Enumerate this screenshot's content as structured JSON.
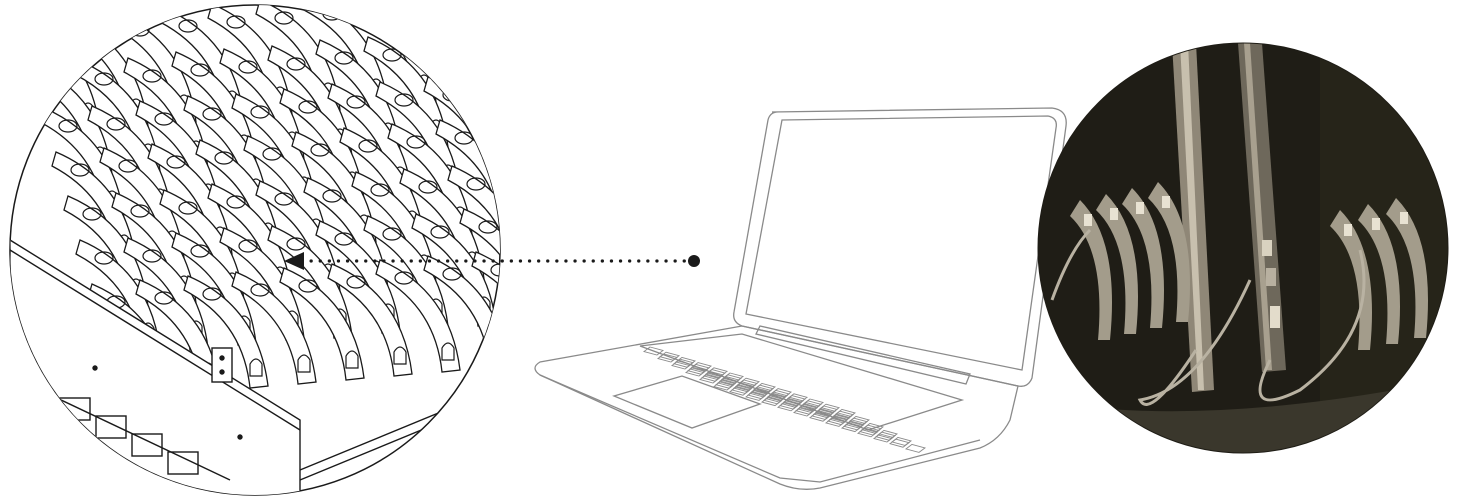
{
  "figure": {
    "panels": [
      {
        "name": "rack-detail",
        "icon": "slotted-rack-line-drawing"
      },
      {
        "name": "laptop",
        "icon": "open-laptop-outline"
      },
      {
        "name": "photo-detail",
        "icon": "laptops-in-slots-with-cables-photo"
      }
    ],
    "connector": {
      "style": "dotted",
      "arrowhead": "end"
    },
    "colors": {
      "line": "#1a1a1a",
      "laptop_line": "#8a8a8a",
      "photo_background": "#1f1d16",
      "photo_metal": "#b9b2a2"
    }
  }
}
